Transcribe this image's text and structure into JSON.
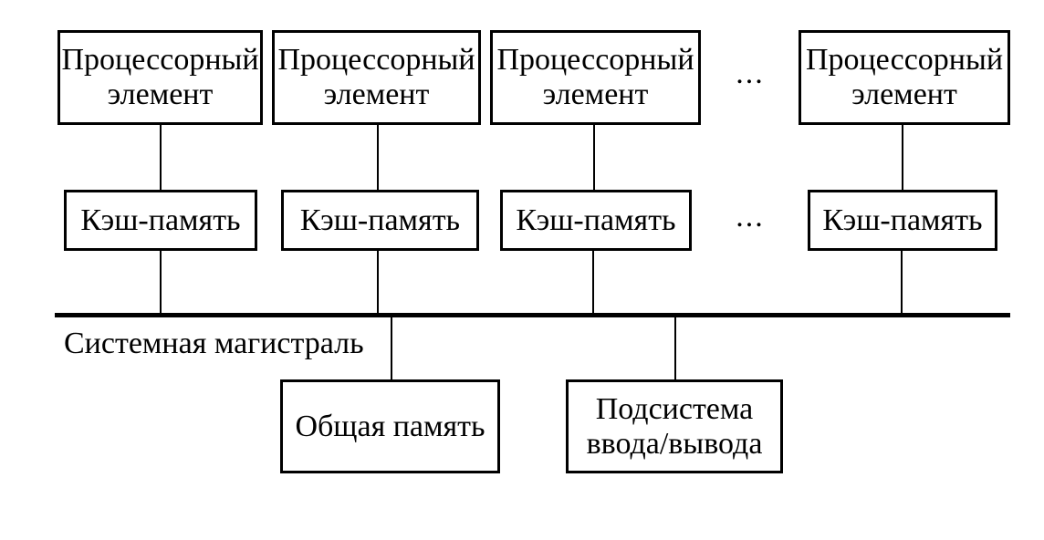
{
  "diagram": {
    "processor_row": {
      "boxes": [
        "Процессорный элемент",
        "Процессорный элемент",
        "Процессорный элемент",
        "Процессорный элемент"
      ],
      "ellipsis": "..."
    },
    "cache_row": {
      "boxes": [
        "Кэш-память",
        "Кэш-память",
        "Кэш-память",
        "Кэш-память"
      ],
      "ellipsis": "..."
    },
    "bus": {
      "label": "Системная магистраль"
    },
    "bottom_row": {
      "shared_memory": "Общая память",
      "io_subsystem": "Подсистема ввода/вывода"
    },
    "colors": {
      "line": "#000000",
      "text": "#000000",
      "background": "#ffffff"
    }
  }
}
